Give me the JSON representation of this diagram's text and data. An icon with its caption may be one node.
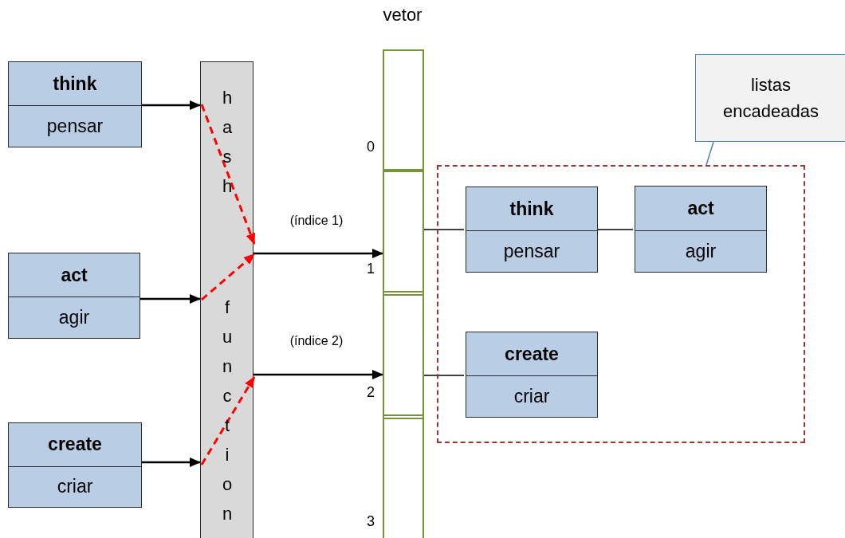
{
  "diagram": {
    "nodes": [
      {
        "text": [
          "think",
          "pensar"
        ]
      },
      {
        "text": [
          "act",
          "agir"
        ]
      },
      {
        "text": [
          "create",
          "criar"
        ]
      },
      {
        "text": [
          "hash function"
        ]
      },
      {
        "text": [
          "vetor"
        ]
      },
      {
        "text": [],
        "shape": "box",
        "in": 4,
        "beside": [
          "0"
        ]
      },
      {
        "text": [],
        "shape": "box",
        "in": 4,
        "beside": [
          "1"
        ]
      },
      {
        "text": [],
        "shape": "box",
        "in": 4,
        "beside": [
          "2"
        ]
      },
      {
        "text": [],
        "shape": "box",
        "in": 4,
        "beside": [
          "3"
        ]
      },
      {
        "text": [
          "listas encadeadas"
        ]
      },
      {
        "text": [],
        "shape": "box"
      },
      {
        "text": [
          "think",
          "pensar"
        ],
        "in": 10
      },
      {
        "text": [
          "act",
          "agir"
        ],
        "in": 10
      },
      {
        "text": [
          "create",
          "criar"
        ],
        "in": 10
      }
    ],
    "edges": [
      {
        "from": 0,
        "to": 3,
        "arrow": "to"
      },
      {
        "from": 1,
        "to": 3,
        "arrow": "to"
      },
      {
        "from": 2,
        "to": 3,
        "arrow": "to"
      },
      {
        "from": 3,
        "to": 6,
        "arrow": "to",
        "label": "(índice 1)"
      },
      {
        "from": 3,
        "to": 7,
        "arrow": "to",
        "label": "(índice 2)"
      },
      {
        "from": 6,
        "to": 11,
        "arrow": "none"
      },
      {
        "from": 11,
        "to": 12,
        "arrow": "none"
      },
      {
        "from": 7,
        "to": 13,
        "arrow": "none"
      },
      {
        "from": 9,
        "to": 10,
        "arrow": "none",
        "color": "#4f81bd"
      }
    ]
  }
}
